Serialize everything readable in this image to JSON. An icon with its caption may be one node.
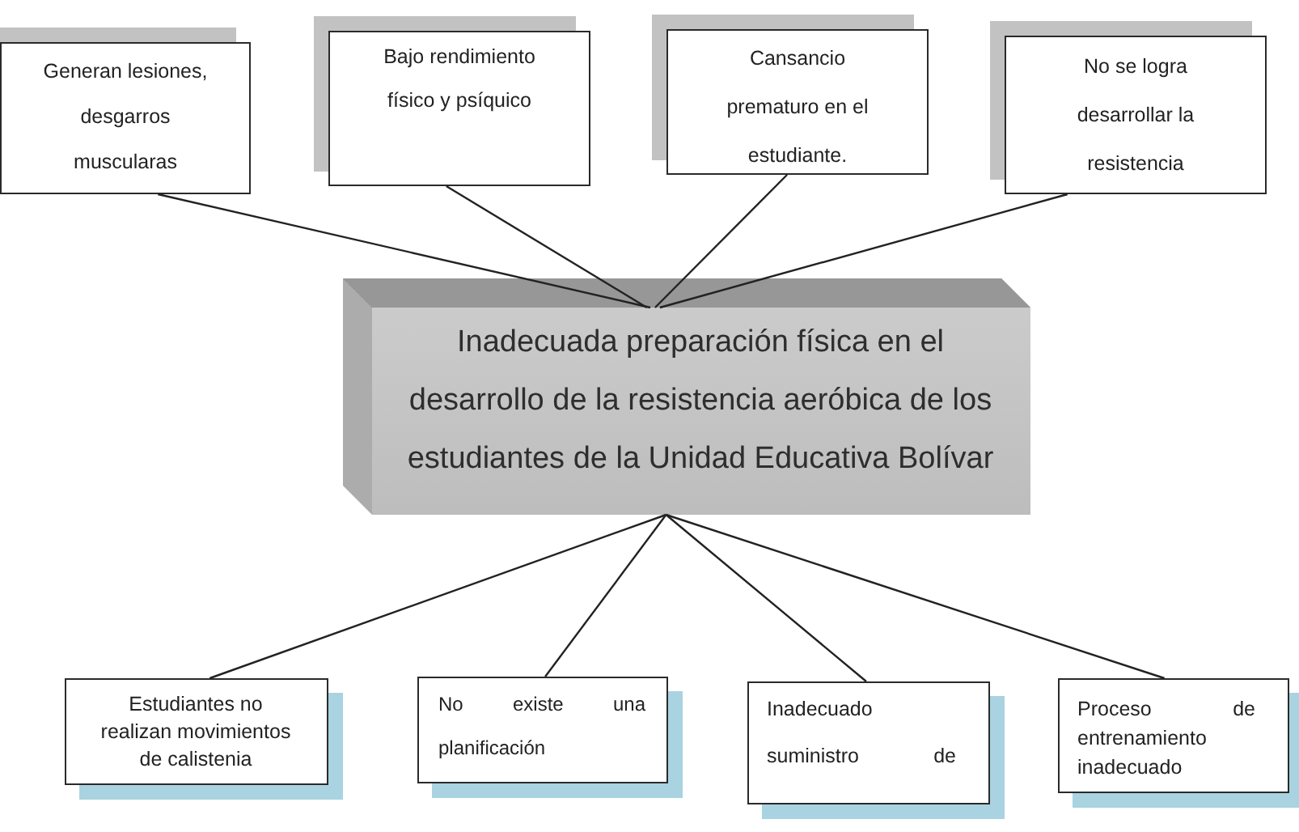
{
  "diagram": {
    "nodes": [
      {
        "text": [
          "Generan lesiones, desgarros muscularas"
        ]
      },
      {
        "text": [
          "Bajo rendimiento físico y psíquico"
        ]
      },
      {
        "text": [
          "Cansancio prematuro en el estudiante."
        ]
      },
      {
        "text": [
          "No se logra desarrollar la resistencia"
        ]
      },
      {
        "text": [
          "Inadecuada preparación física en el desarrollo de la resistencia aeróbica de los estudiantes de la Unidad Educativa Bolívar"
        ]
      },
      {
        "text": [
          "Estudiantes no realizan movimientos de calistenia"
        ]
      },
      {
        "text": [
          "No existe una planificación"
        ]
      },
      {
        "text": [
          "Inadecuado suministro de"
        ]
      },
      {
        "text": [
          "Proceso de entrenamiento inadecuado"
        ]
      }
    ],
    "edges": [
      {
        "from": 0,
        "to": 4,
        "arrow": "none"
      },
      {
        "from": 1,
        "to": 4,
        "arrow": "none"
      },
      {
        "from": 2,
        "to": 4,
        "arrow": "none"
      },
      {
        "from": 3,
        "to": 4,
        "arrow": "none"
      },
      {
        "from": 4,
        "to": 5,
        "arrow": "none"
      },
      {
        "from": 4,
        "to": 6,
        "arrow": "none"
      },
      {
        "from": 4,
        "to": 7,
        "arrow": "none"
      },
      {
        "from": 4,
        "to": 8,
        "arrow": "none"
      }
    ]
  }
}
